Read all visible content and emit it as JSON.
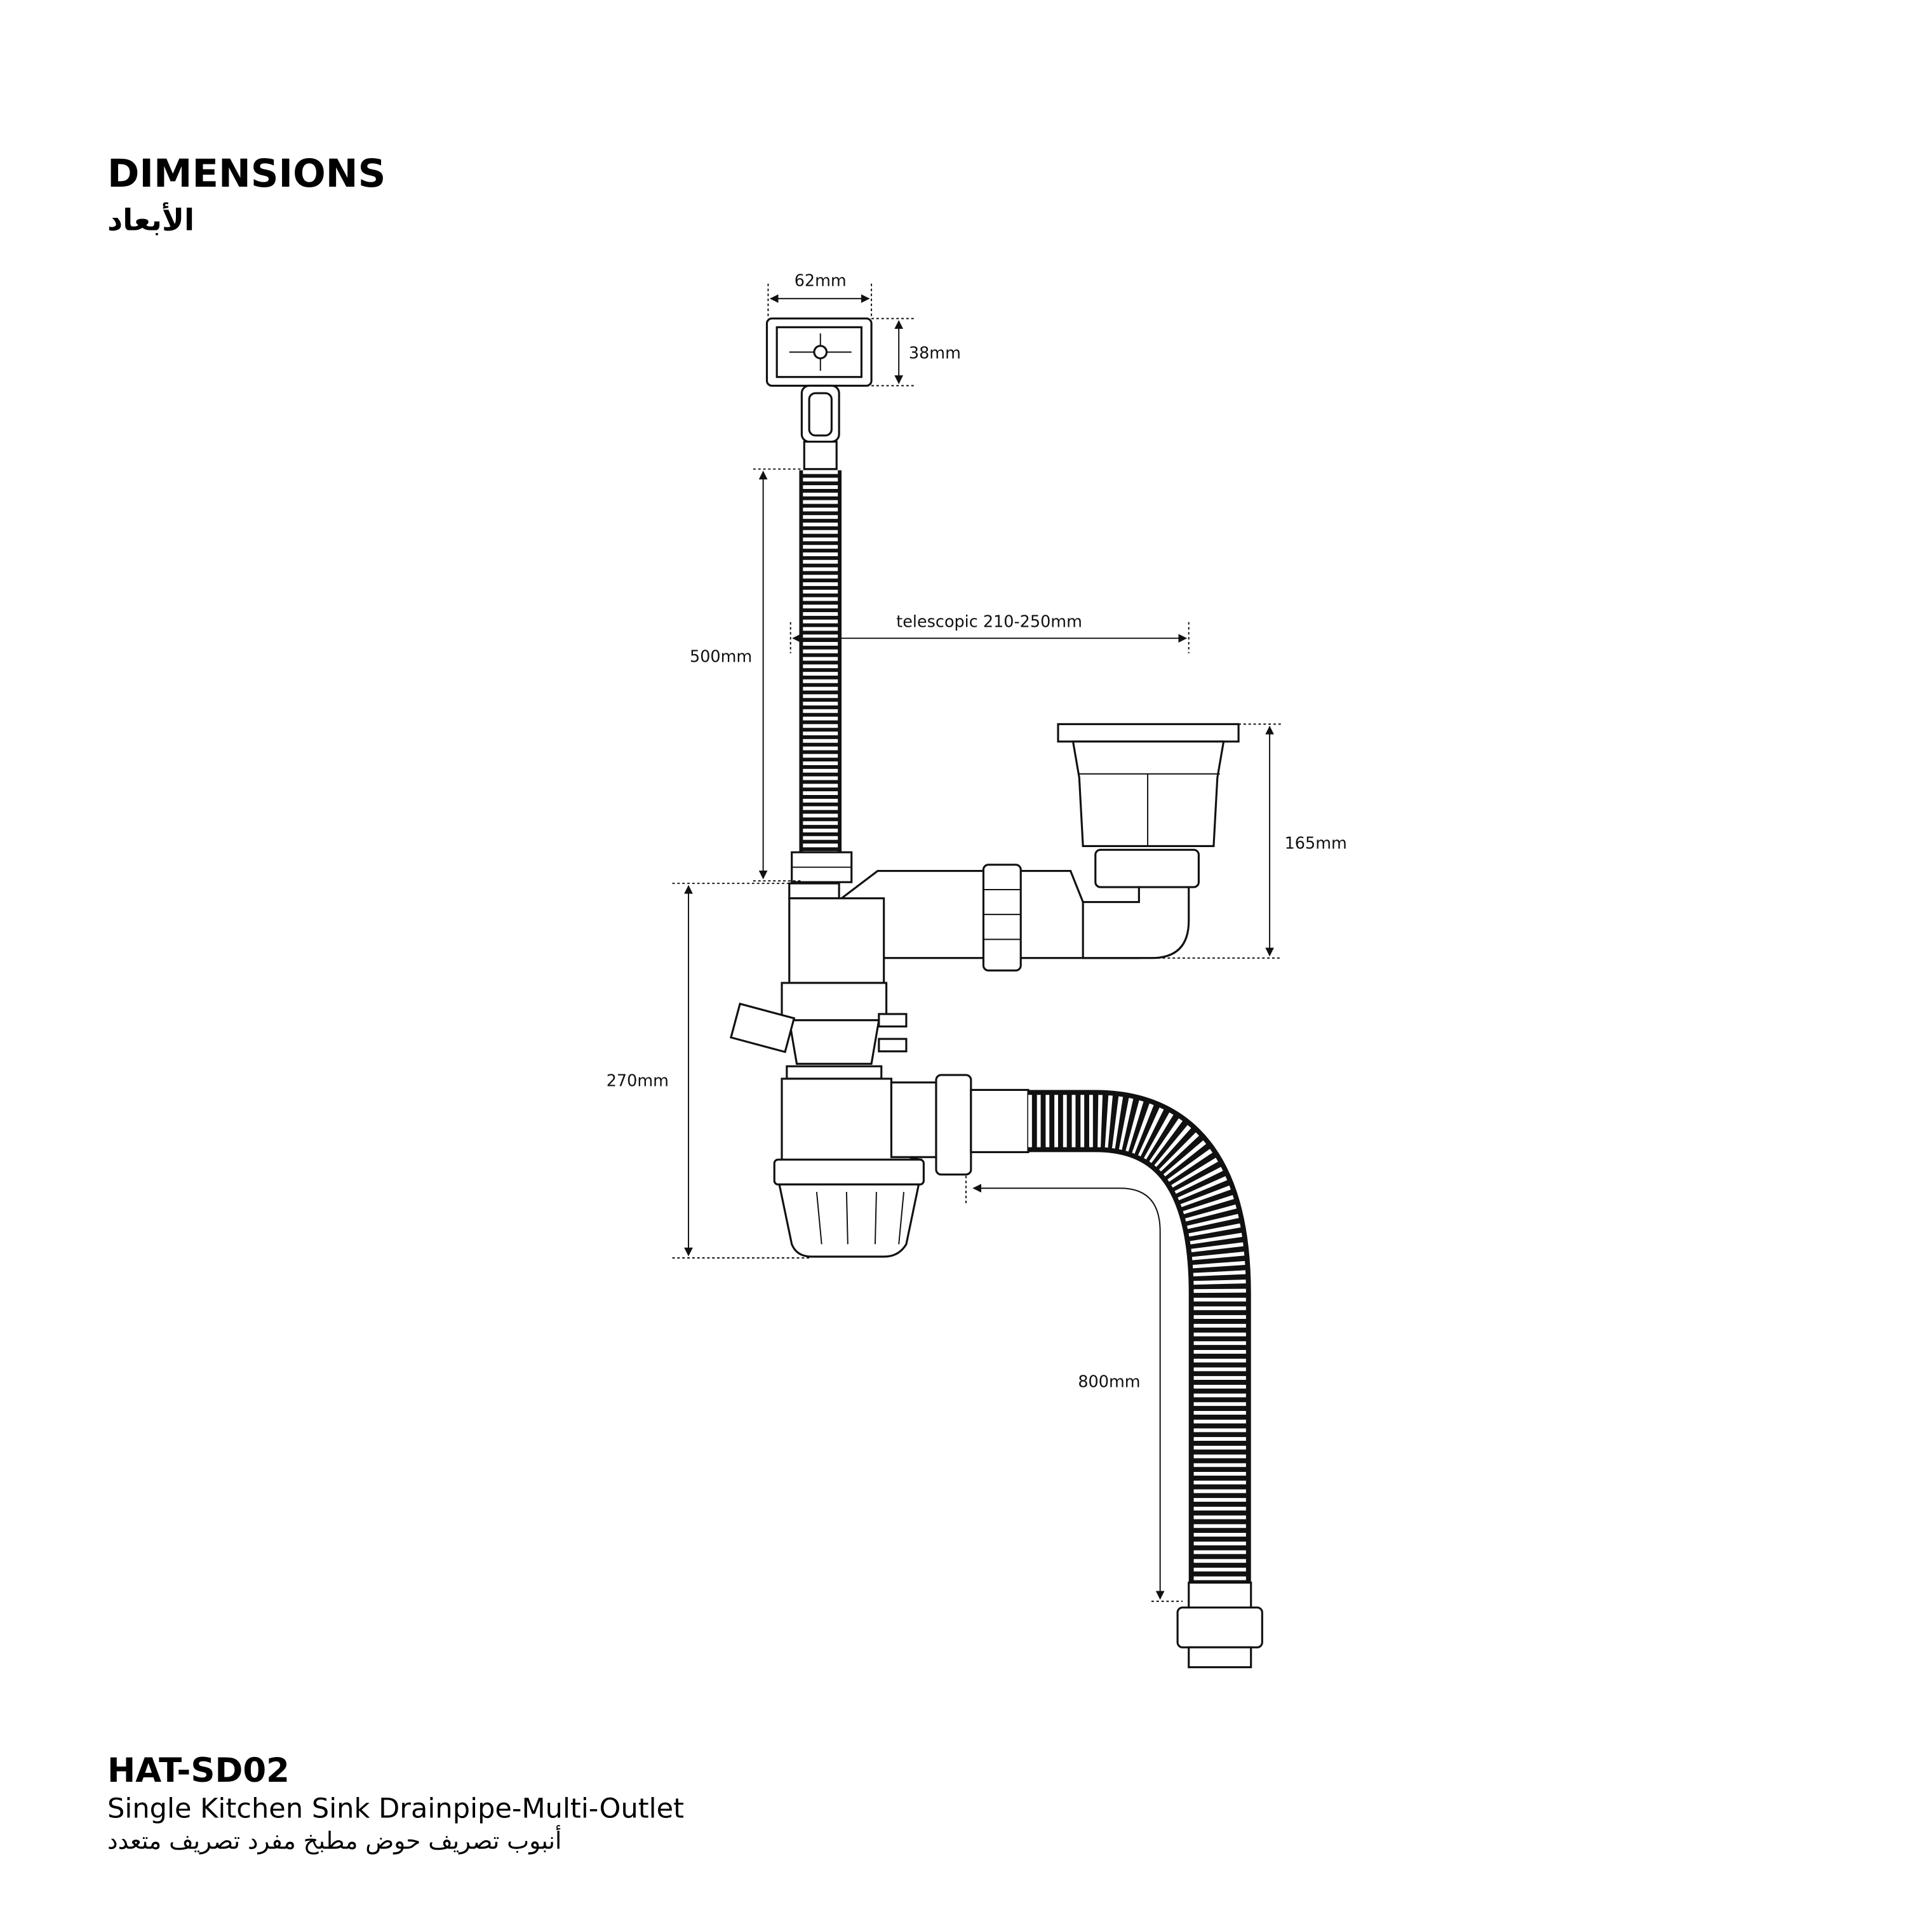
{
  "header": {
    "title": "DIMENSIONS",
    "title_ar": "الأبعاد"
  },
  "dimensions": {
    "strainer_width": "62mm",
    "strainer_height": "38mm",
    "overflow_pipe": "500mm",
    "telescopic": "telescopic 210-250mm",
    "basket_height": "165mm",
    "trap_height": "270mm",
    "outlet_hose": "800mm"
  },
  "product": {
    "code": "HAT-SD02",
    "name": "Single Kitchen Sink Drainpipe-Multi-Outlet",
    "name_ar": "أنبوب تصريف حوض مطبخ مفرد تصريف متعدد"
  }
}
